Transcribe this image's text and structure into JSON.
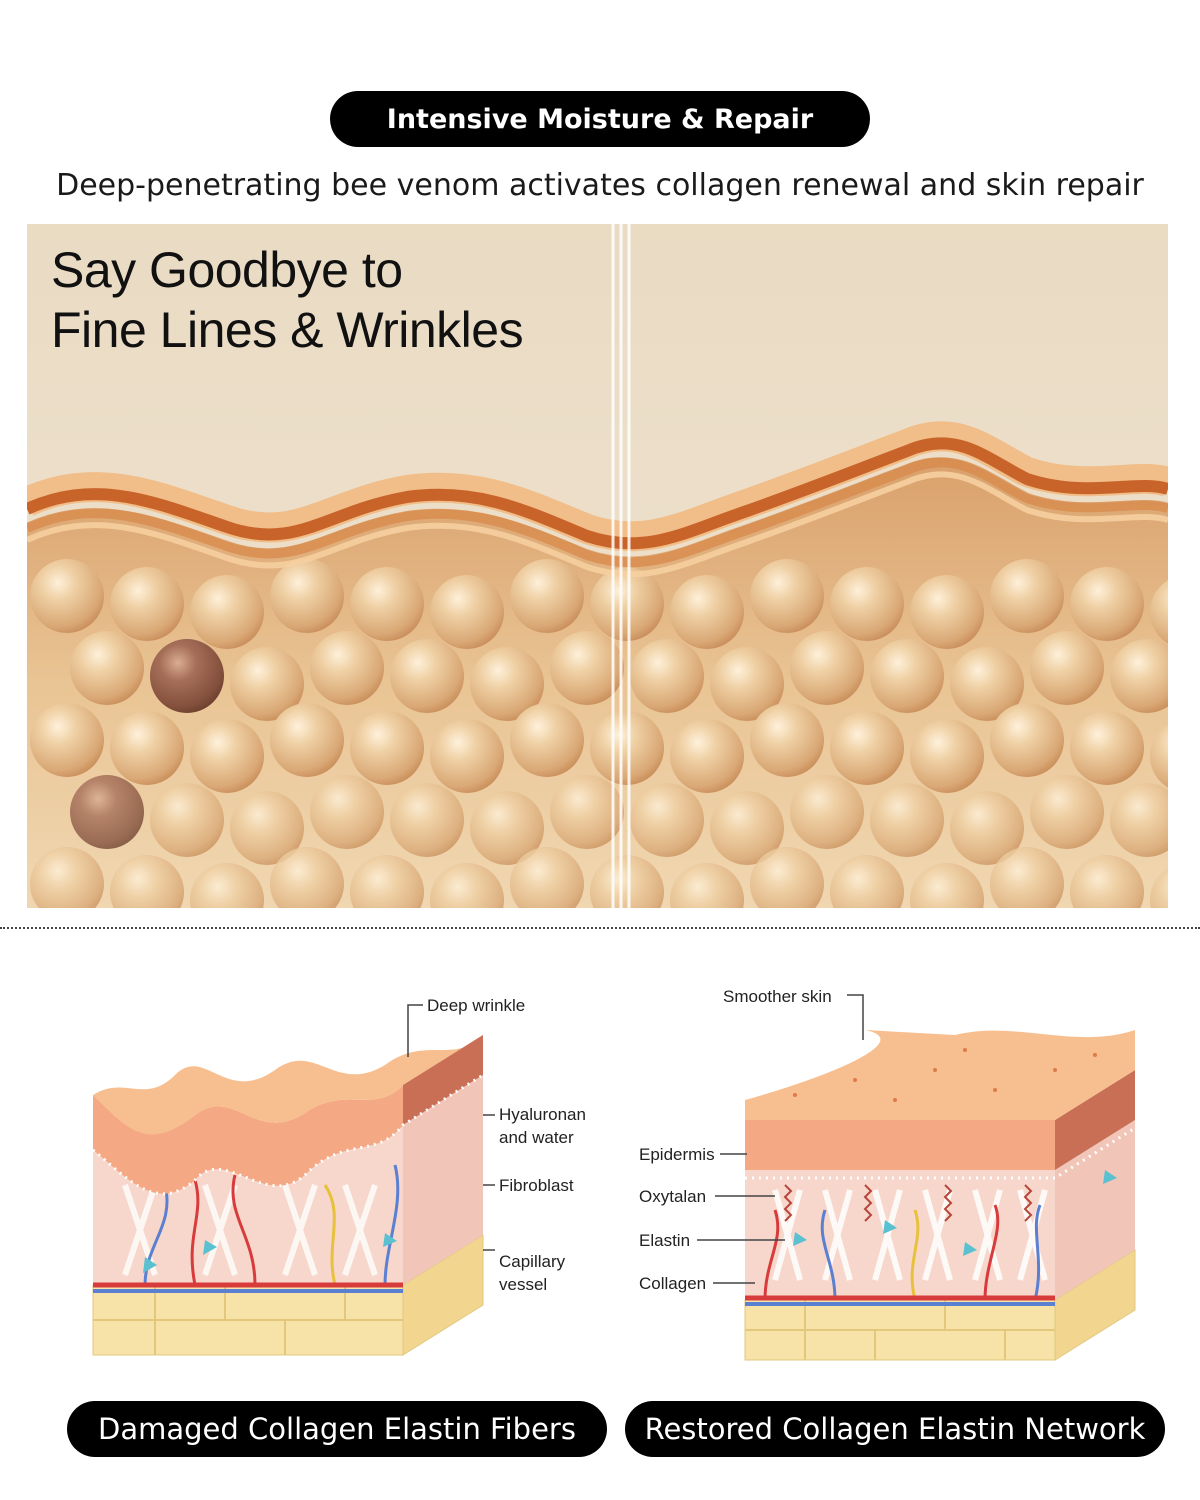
{
  "header": {
    "badge": "Intensive Moisture & Repair",
    "subtitle": "Deep-penetrating bee venom activates collagen renewal and skin repair"
  },
  "hero": {
    "title_line1": "Say Goodbye to",
    "title_line2": "Fine Lines & Wrinkles"
  },
  "diagram_left": {
    "labels": {
      "deep_wrinkle": "Deep wrinkle",
      "hyaluronan_1": "Hyaluronan",
      "hyaluronan_2": "and water",
      "fibroblast": "Fibroblast",
      "capillary_1": "Capillary",
      "capillary_2": "vessel"
    },
    "caption": "Damaged Collagen Elastin Fibers"
  },
  "diagram_right": {
    "labels": {
      "smoother_skin": "Smoother skin",
      "epidermis": "Epidermis",
      "oxytalan": "Oxytalan",
      "elastin": "Elastin",
      "collagen": "Collagen"
    },
    "caption": "Restored Collagen Elastin Network"
  },
  "colors": {
    "hero_bg": "#ecdcc2",
    "skin_wave": "#c8642a",
    "sphere_light": "#e9c494",
    "sphere_dark": "#8e5a45",
    "epidermis": "#f4a883",
    "dermis": "#f7d7cc",
    "fat": "#f7e3a8",
    "badge_bg": "#000000",
    "badge_text": "#ffffff"
  }
}
